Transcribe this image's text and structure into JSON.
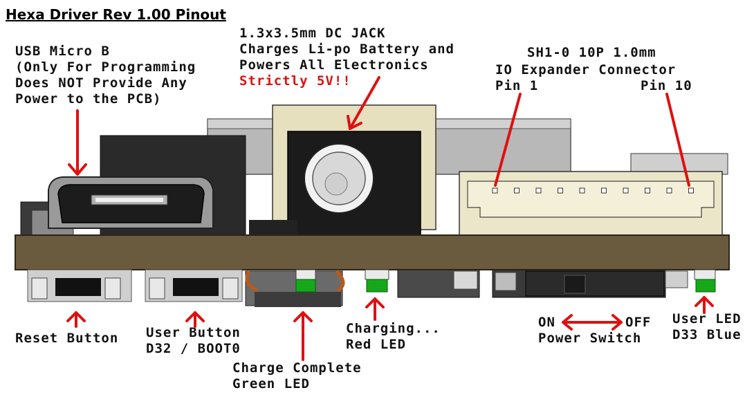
{
  "title": "Hexa Driver Rev 1.00 Pinout",
  "usb": {
    "lines": [
      "USB Micro B",
      "(Only For Programming",
      "Does NOT Provide Any",
      "Power to the PCB)"
    ]
  },
  "dc_jack": {
    "lines": [
      "1.3x3.5mm DC JACK",
      "Charges Li-po Battery and",
      "Powers All Electronics"
    ],
    "warning": "Strictly 5V!!"
  },
  "io_connector": {
    "part": "SH1-0 10P 1.0mm",
    "name": "IO Expander Connector",
    "pin_first": "Pin 1",
    "pin_last": "Pin 10"
  },
  "reset": {
    "label": "Reset Button"
  },
  "user_button": {
    "lines": [
      "User Button",
      "D32 / BOOT0"
    ]
  },
  "charge_complete": {
    "lines": [
      "Charge Complete",
      "Green LED"
    ]
  },
  "charging": {
    "lines": [
      "Charging...",
      "Red LED"
    ]
  },
  "power_switch": {
    "on": "ON",
    "off": "OFF",
    "label": "Power Switch"
  },
  "user_led": {
    "lines": [
      "User LED",
      "D33 Blue"
    ]
  },
  "colors": {
    "arrow": "#e01010",
    "pcb": "#6b5b3e",
    "warning": "#e01010",
    "connector": "#ece6c8",
    "led": "#16a81a"
  }
}
